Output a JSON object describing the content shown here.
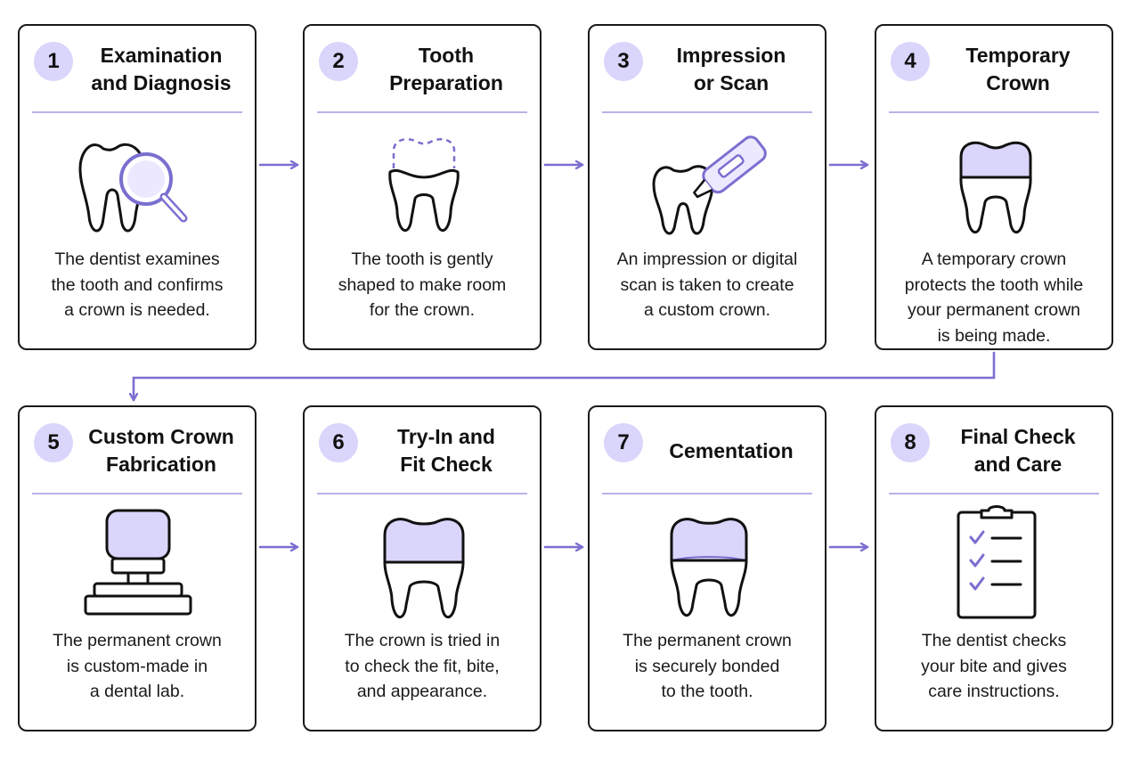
{
  "steps": [
    {
      "number": "1",
      "title": "Examination\nand Diagnosis",
      "description": "The dentist examines\nthe tooth and confirms\na crown is needed.",
      "icon": "magnifier-tooth-icon"
    },
    {
      "number": "2",
      "title": "Tooth\nPreparation",
      "description": "The tooth is gently\nshaped to make room\nfor the crown.",
      "icon": "prepared-tooth-icon"
    },
    {
      "number": "3",
      "title": "Impression\nor Scan",
      "description": "An impression or digital\nscan is taken to create\na custom crown.",
      "icon": "scanner-tooth-icon"
    },
    {
      "number": "4",
      "title": "Temporary\nCrown",
      "description": "A temporary crown\nprotects the tooth while\nyour permanent crown\nis being made.",
      "icon": "temporary-crown-icon"
    },
    {
      "number": "5",
      "title": "Custom Crown\nFabrication",
      "description": "The permanent crown\nis custom-made in\na dental lab.",
      "icon": "milling-machine-icon"
    },
    {
      "number": "6",
      "title": "Try-In and\nFit Check",
      "description": "The crown is tried in\nto check the fit, bite,\nand appearance.",
      "icon": "crowned-tooth-icon"
    },
    {
      "number": "7",
      "title": "Cementation",
      "description": "The permanent crown\nis securely bonded\nto the tooth.",
      "icon": "cemented-tooth-icon"
    },
    {
      "number": "8",
      "title": "Final Check\nand Care",
      "description": "The dentist checks\nyour bite and gives\ncare instructions.",
      "icon": "clipboard-checklist-icon"
    }
  ],
  "colors": {
    "accent": "#7a6fd0",
    "accent_fill": "#d9d5fb",
    "border": "#1a1a1a",
    "rule": "#b8b2ea"
  }
}
